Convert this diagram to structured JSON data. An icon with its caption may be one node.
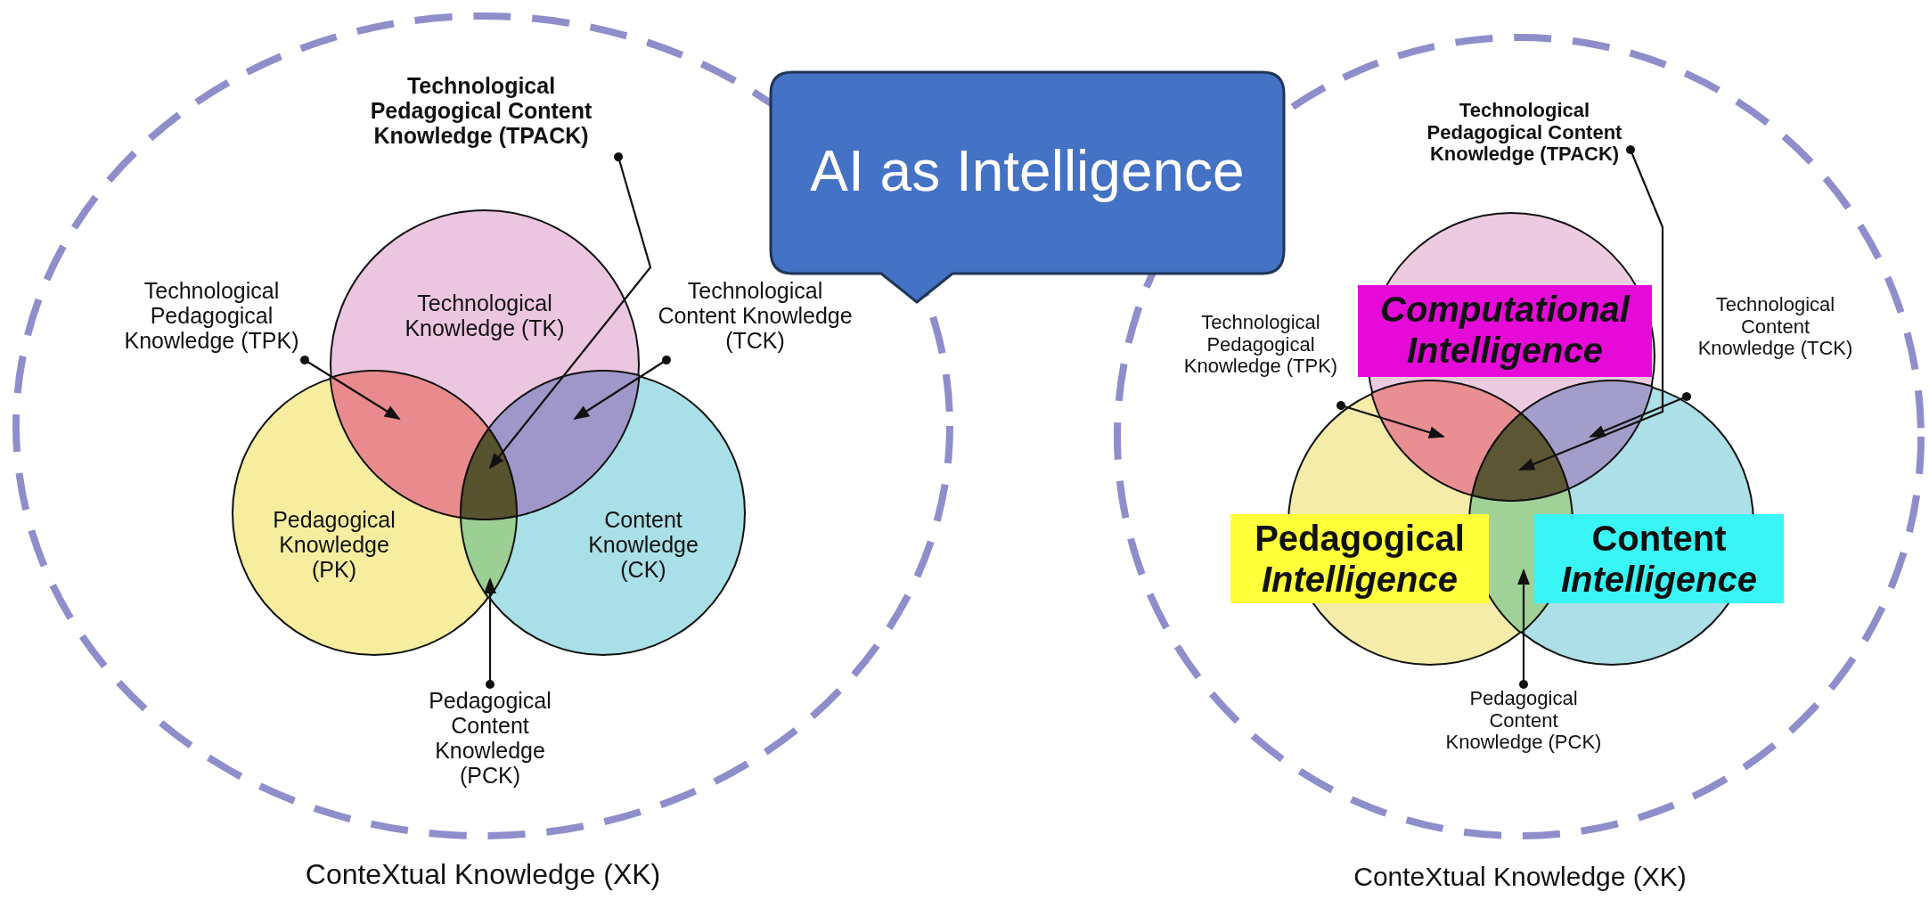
{
  "diagram": {
    "nodes": [
      {
        "text": [
          "ConteXtual Knowledge (XK)"
        ]
      },
      {
        "text": [
          "Technological Knowledge (TK)"
        ],
        "in": 0
      },
      {
        "text": [
          "Pedagogical Knowledge (PK)"
        ],
        "in": 0
      },
      {
        "text": [
          "Content Knowledge (CK)"
        ],
        "in": 0
      },
      {
        "text": [
          "Technological Pedagogical Content Knowledge (TPACK)"
        ],
        "in": 0
      },
      {
        "text": [
          "Technological Pedagogical Knowledge (TPK)"
        ],
        "in": 0
      },
      {
        "text": [
          "Technological Content Knowledge (TCK)"
        ],
        "in": 0
      },
      {
        "text": [
          "Pedagogical Content Knowledge (PCK)"
        ],
        "in": 0
      },
      {
        "text": [],
        "shape": "region"
      },
      {
        "text": [],
        "shape": "region"
      },
      {
        "text": [],
        "shape": "region"
      },
      {
        "text": [],
        "shape": "region"
      },
      {
        "text": [
          "AI as Intelligence"
        ]
      },
      {
        "text": [
          "ConteXtual Knowledge (XK)"
        ]
      },
      {
        "text": [],
        "shape": "circle",
        "in": 13
      },
      {
        "text": [],
        "shape": "circle",
        "in": 13
      },
      {
        "text": [],
        "shape": "circle",
        "in": 13
      },
      {
        "text": [
          "Computational Intelligence"
        ],
        "in": 14
      },
      {
        "text": [
          "Pedagogical *Intelligence*"
        ],
        "in": 13
      },
      {
        "text": [
          "Content *Intelligence*"
        ],
        "in": 13
      },
      {
        "text": [
          "Technological Pedagogical Content Knowledge (TPACK)"
        ],
        "in": 13
      },
      {
        "text": [
          "Technological Pedagogical Knowledge (TPK)"
        ],
        "in": 13
      },
      {
        "text": [
          "Technological Content Knowledge (TCK)"
        ],
        "in": 13
      },
      {
        "text": [
          "Pedagogical Content Knowledge (PCK)"
        ],
        "in": 13
      },
      {
        "text": [],
        "shape": "region"
      },
      {
        "text": [],
        "shape": "region"
      },
      {
        "text": [],
        "shape": "region"
      },
      {
        "text": [],
        "shape": "region"
      }
    ],
    "edges": [
      {
        "from": 4,
        "to": 8,
        "arrow": "to"
      },
      {
        "from": 5,
        "to": 9,
        "arrow": "to"
      },
      {
        "from": 6,
        "to": 10,
        "arrow": "to"
      },
      {
        "from": 7,
        "to": 11,
        "arrow": "to"
      },
      {
        "from": 20,
        "to": 24,
        "arrow": "to"
      },
      {
        "from": 21,
        "to": 25,
        "arrow": "to"
      },
      {
        "from": 22,
        "to": 26,
        "arrow": "to"
      },
      {
        "from": 23,
        "to": 27,
        "arrow": "to"
      }
    ]
  }
}
